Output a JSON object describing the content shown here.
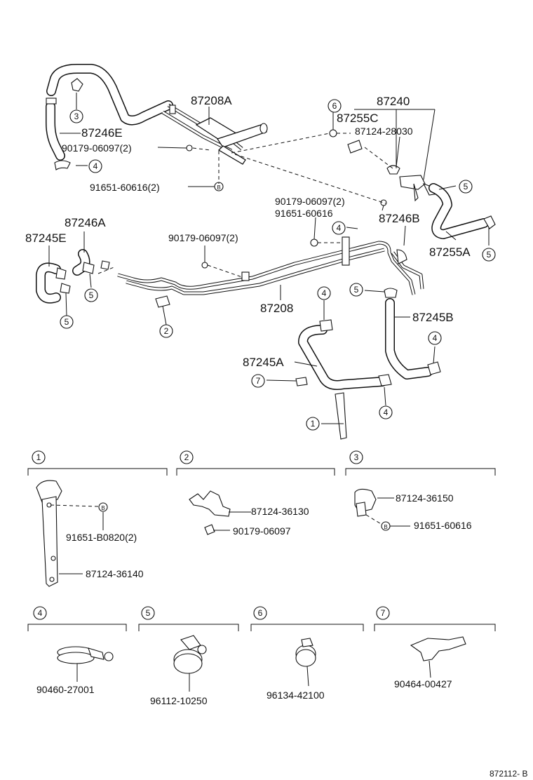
{
  "labels": {
    "p87208A": "87208A",
    "p87240": "87240",
    "p87255C": "87255C",
    "p87124_28030": "87124-28030",
    "p87246E": "87246E",
    "p90179_06097_2a": "90179-06097(2)",
    "p91651_60616_2": "91651-60616(2)",
    "p90179_06097_2b": "90179-06097(2)",
    "p91651_60616a": "91651-60616",
    "p87246B": "87246B",
    "p87255A": "87255A",
    "p87246A": "87246A",
    "p87245E": "87245E",
    "p90179_06097_2c": "90179-06097(2)",
    "p87208": "87208",
    "p87245B": "87245B",
    "p87245A": "87245A"
  },
  "callouts": {
    "c1": "1",
    "c2": "2",
    "c3": "3",
    "c4": "4",
    "c5": "5",
    "c6": "6",
    "c7": "7"
  },
  "detail": {
    "d1_part_a": "91651-B0820(2)",
    "d1_part_b": "87124-36140",
    "d2_part_a": "87124-36130",
    "d2_part_b": "90179-06097",
    "d3_part_a": "87124-36150",
    "d3_part_b": "91651-60616",
    "d4_part": "90460-27001",
    "d5_part": "96112-10250",
    "d6_part": "96134-42100",
    "d7_part": "90464-00427"
  },
  "figure_code": "872112- B"
}
